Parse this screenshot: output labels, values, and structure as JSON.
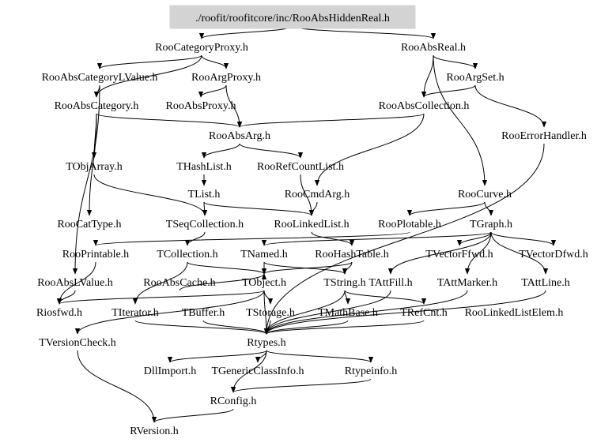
{
  "title": "./roofit/roofitcore/inc/RooAbsHiddenReal.h",
  "nodes": [
    {
      "id": "root",
      "label": "./roofit/roofitcore/inc/RooAbsHiddenReal.h",
      "root": true
    },
    {
      "id": "RooCategoryProxy",
      "label": "RooCategoryProxy.h"
    },
    {
      "id": "RooAbsReal",
      "label": "RooAbsReal.h"
    },
    {
      "id": "RooAbsCategoryLValue",
      "label": "RooAbsCategoryLValue.h"
    },
    {
      "id": "RooArgProxy",
      "label": "RooArgProxy.h"
    },
    {
      "id": "RooArgSet",
      "label": "RooArgSet.h"
    },
    {
      "id": "RooAbsCategory",
      "label": "RooAbsCategory.h"
    },
    {
      "id": "RooAbsProxy",
      "label": "RooAbsProxy.h"
    },
    {
      "id": "RooAbsCollection",
      "label": "RooAbsCollection.h"
    },
    {
      "id": "RooAbsArg",
      "label": "RooAbsArg.h"
    },
    {
      "id": "RooErrorHandler",
      "label": "RooErrorHandler.h"
    },
    {
      "id": "TObjArray",
      "label": "TObjArray.h"
    },
    {
      "id": "THashList",
      "label": "THashList.h"
    },
    {
      "id": "RooRefCountList",
      "label": "RooRefCountList.h"
    },
    {
      "id": "TList",
      "label": "TList.h"
    },
    {
      "id": "RooCmdArg",
      "label": "RooCmdArg.h"
    },
    {
      "id": "RooCurve",
      "label": "RooCurve.h"
    },
    {
      "id": "RooCatType",
      "label": "RooCatType.h"
    },
    {
      "id": "TSeqCollection",
      "label": "TSeqCollection.h"
    },
    {
      "id": "RooLinkedList",
      "label": "RooLinkedList.h"
    },
    {
      "id": "RooPlotable",
      "label": "RooPlotable.h"
    },
    {
      "id": "TGraph",
      "label": "TGraph.h"
    },
    {
      "id": "RooPrintable",
      "label": "RooPrintable.h"
    },
    {
      "id": "TCollection",
      "label": "TCollection.h"
    },
    {
      "id": "TNamed",
      "label": "TNamed.h"
    },
    {
      "id": "RooHashTable",
      "label": "RooHashTable.h"
    },
    {
      "id": "TVectorFfwd",
      "label": "TVectorFfwd.h"
    },
    {
      "id": "TVectorDfwd",
      "label": "TVectorDfwd.h"
    },
    {
      "id": "RooAbsLValue",
      "label": "RooAbsLValue.h"
    },
    {
      "id": "RooAbsCache",
      "label": "RooAbsCache.h"
    },
    {
      "id": "TObject",
      "label": "TObject.h"
    },
    {
      "id": "TString",
      "label": "TString.h"
    },
    {
      "id": "TAttFill",
      "label": "TAttFill.h"
    },
    {
      "id": "TAttMarker",
      "label": "TAttMarker.h"
    },
    {
      "id": "TAttLine",
      "label": "TAttLine.h"
    },
    {
      "id": "Riosfwd",
      "label": "Riosfwd.h"
    },
    {
      "id": "TIterator",
      "label": "TIterator.h"
    },
    {
      "id": "TBuffer",
      "label": "TBuffer.h"
    },
    {
      "id": "TStorage",
      "label": "TStorage.h"
    },
    {
      "id": "TMathBase",
      "label": "TMathBase.h"
    },
    {
      "id": "TRefCnt",
      "label": "TRefCnt.h"
    },
    {
      "id": "RooLinkedListElem",
      "label": "RooLinkedListElem.h"
    },
    {
      "id": "TVersionCheck",
      "label": "TVersionCheck.h"
    },
    {
      "id": "Rtypes",
      "label": "Rtypes.h"
    },
    {
      "id": "DllImport",
      "label": "DllImport.h"
    },
    {
      "id": "TGenericClassInfo",
      "label": "TGenericClassInfo.h"
    },
    {
      "id": "Rtypeinfo",
      "label": "Rtypeinfo.h"
    },
    {
      "id": "RConfig",
      "label": "RConfig.h"
    },
    {
      "id": "RVersion",
      "label": "RVersion.h"
    }
  ],
  "edges": [
    [
      "root",
      "RooCategoryProxy"
    ],
    [
      "root",
      "RooAbsReal"
    ],
    [
      "RooCategoryProxy",
      "RooAbsCategoryLValue"
    ],
    [
      "RooCategoryProxy",
      "RooArgProxy"
    ],
    [
      "RooCategoryProxy",
      "RooAbsCategory"
    ],
    [
      "RooAbsReal",
      "RooArgSet"
    ],
    [
      "RooAbsReal",
      "RooAbsCollection"
    ],
    [
      "RooAbsReal",
      "RooCurve"
    ],
    [
      "RooAbsCategoryLValue",
      "RooAbsCategory"
    ],
    [
      "RooAbsCategoryLValue",
      "RooAbsLValue"
    ],
    [
      "RooArgProxy",
      "RooAbsProxy"
    ],
    [
      "RooArgProxy",
      "RooAbsArg"
    ],
    [
      "RooArgSet",
      "RooAbsCollection"
    ],
    [
      "RooArgSet",
      "RooErrorHandler"
    ],
    [
      "RooAbsCategory",
      "RooAbsArg"
    ],
    [
      "RooAbsCategory",
      "TObjArray"
    ],
    [
      "RooAbsCategory",
      "RooCatType"
    ],
    [
      "RooAbsCollection",
      "RooAbsArg"
    ],
    [
      "RooAbsCollection",
      "RooCmdArg"
    ],
    [
      "RooAbsArg",
      "THashList"
    ],
    [
      "RooAbsArg",
      "RooRefCountList"
    ],
    [
      "THashList",
      "TList"
    ],
    [
      "TList",
      "TSeqCollection"
    ],
    [
      "TList",
      "RooLinkedList"
    ],
    [
      "RooRefCountList",
      "RooLinkedList"
    ],
    [
      "RooCmdArg",
      "RooLinkedList"
    ],
    [
      "TObjArray",
      "TSeqCollection"
    ],
    [
      "RooCurve",
      "RooPlotable"
    ],
    [
      "RooCurve",
      "TGraph"
    ],
    [
      "TGraph",
      "TVectorFfwd"
    ],
    [
      "TGraph",
      "TVectorDfwd"
    ],
    [
      "TGraph",
      "TAttLine"
    ],
    [
      "TGraph",
      "TAttFill"
    ],
    [
      "TGraph",
      "TAttMarker"
    ],
    [
      "TGraph",
      "TNamed"
    ],
    [
      "TSeqCollection",
      "TCollection"
    ],
    [
      "TCollection",
      "TObject"
    ],
    [
      "TCollection",
      "TIterator"
    ],
    [
      "TNamed",
      "TObject"
    ],
    [
      "TNamed",
      "TString"
    ],
    [
      "RooLinkedList",
      "RooHashTable"
    ],
    [
      "RooHashTable",
      "TString"
    ],
    [
      "RooHashTable",
      "TObject"
    ],
    [
      "RooPlotable",
      "RooPrintable"
    ],
    [
      "RooPrintable",
      "Riosfwd"
    ],
    [
      "RooAbsLValue",
      "Riosfwd"
    ],
    [
      "RooAbsCache",
      "TObject"
    ],
    [
      "TObject",
      "Rtypes"
    ],
    [
      "TObject",
      "TStorage"
    ],
    [
      "TObject",
      "Riosfwd"
    ],
    [
      "TObject",
      "TVersionCheck"
    ],
    [
      "TString",
      "TMathBase"
    ],
    [
      "TString",
      "TRefCnt"
    ],
    [
      "TString",
      "Rtypes"
    ],
    [
      "TAttFill",
      "Rtypes"
    ],
    [
      "TAttMarker",
      "Rtypes"
    ],
    [
      "TAttLine",
      "Rtypes"
    ],
    [
      "TIterator",
      "Rtypes"
    ],
    [
      "TBuffer",
      "Rtypes"
    ],
    [
      "TStorage",
      "Rtypes"
    ],
    [
      "TMathBase",
      "Rtypes"
    ],
    [
      "TRefCnt",
      "Rtypes"
    ],
    [
      "RooErrorHandler",
      "Rtypes"
    ],
    [
      "TVersionCheck",
      "RVersion"
    ],
    [
      "Rtypes",
      "DllImport"
    ],
    [
      "Rtypes",
      "TGenericClassInfo"
    ],
    [
      "Rtypes",
      "Rtypeinfo"
    ],
    [
      "Rtypes",
      "RConfig"
    ],
    [
      "Rtypeinfo",
      "RConfig"
    ],
    [
      "RConfig",
      "RVersion"
    ]
  ]
}
